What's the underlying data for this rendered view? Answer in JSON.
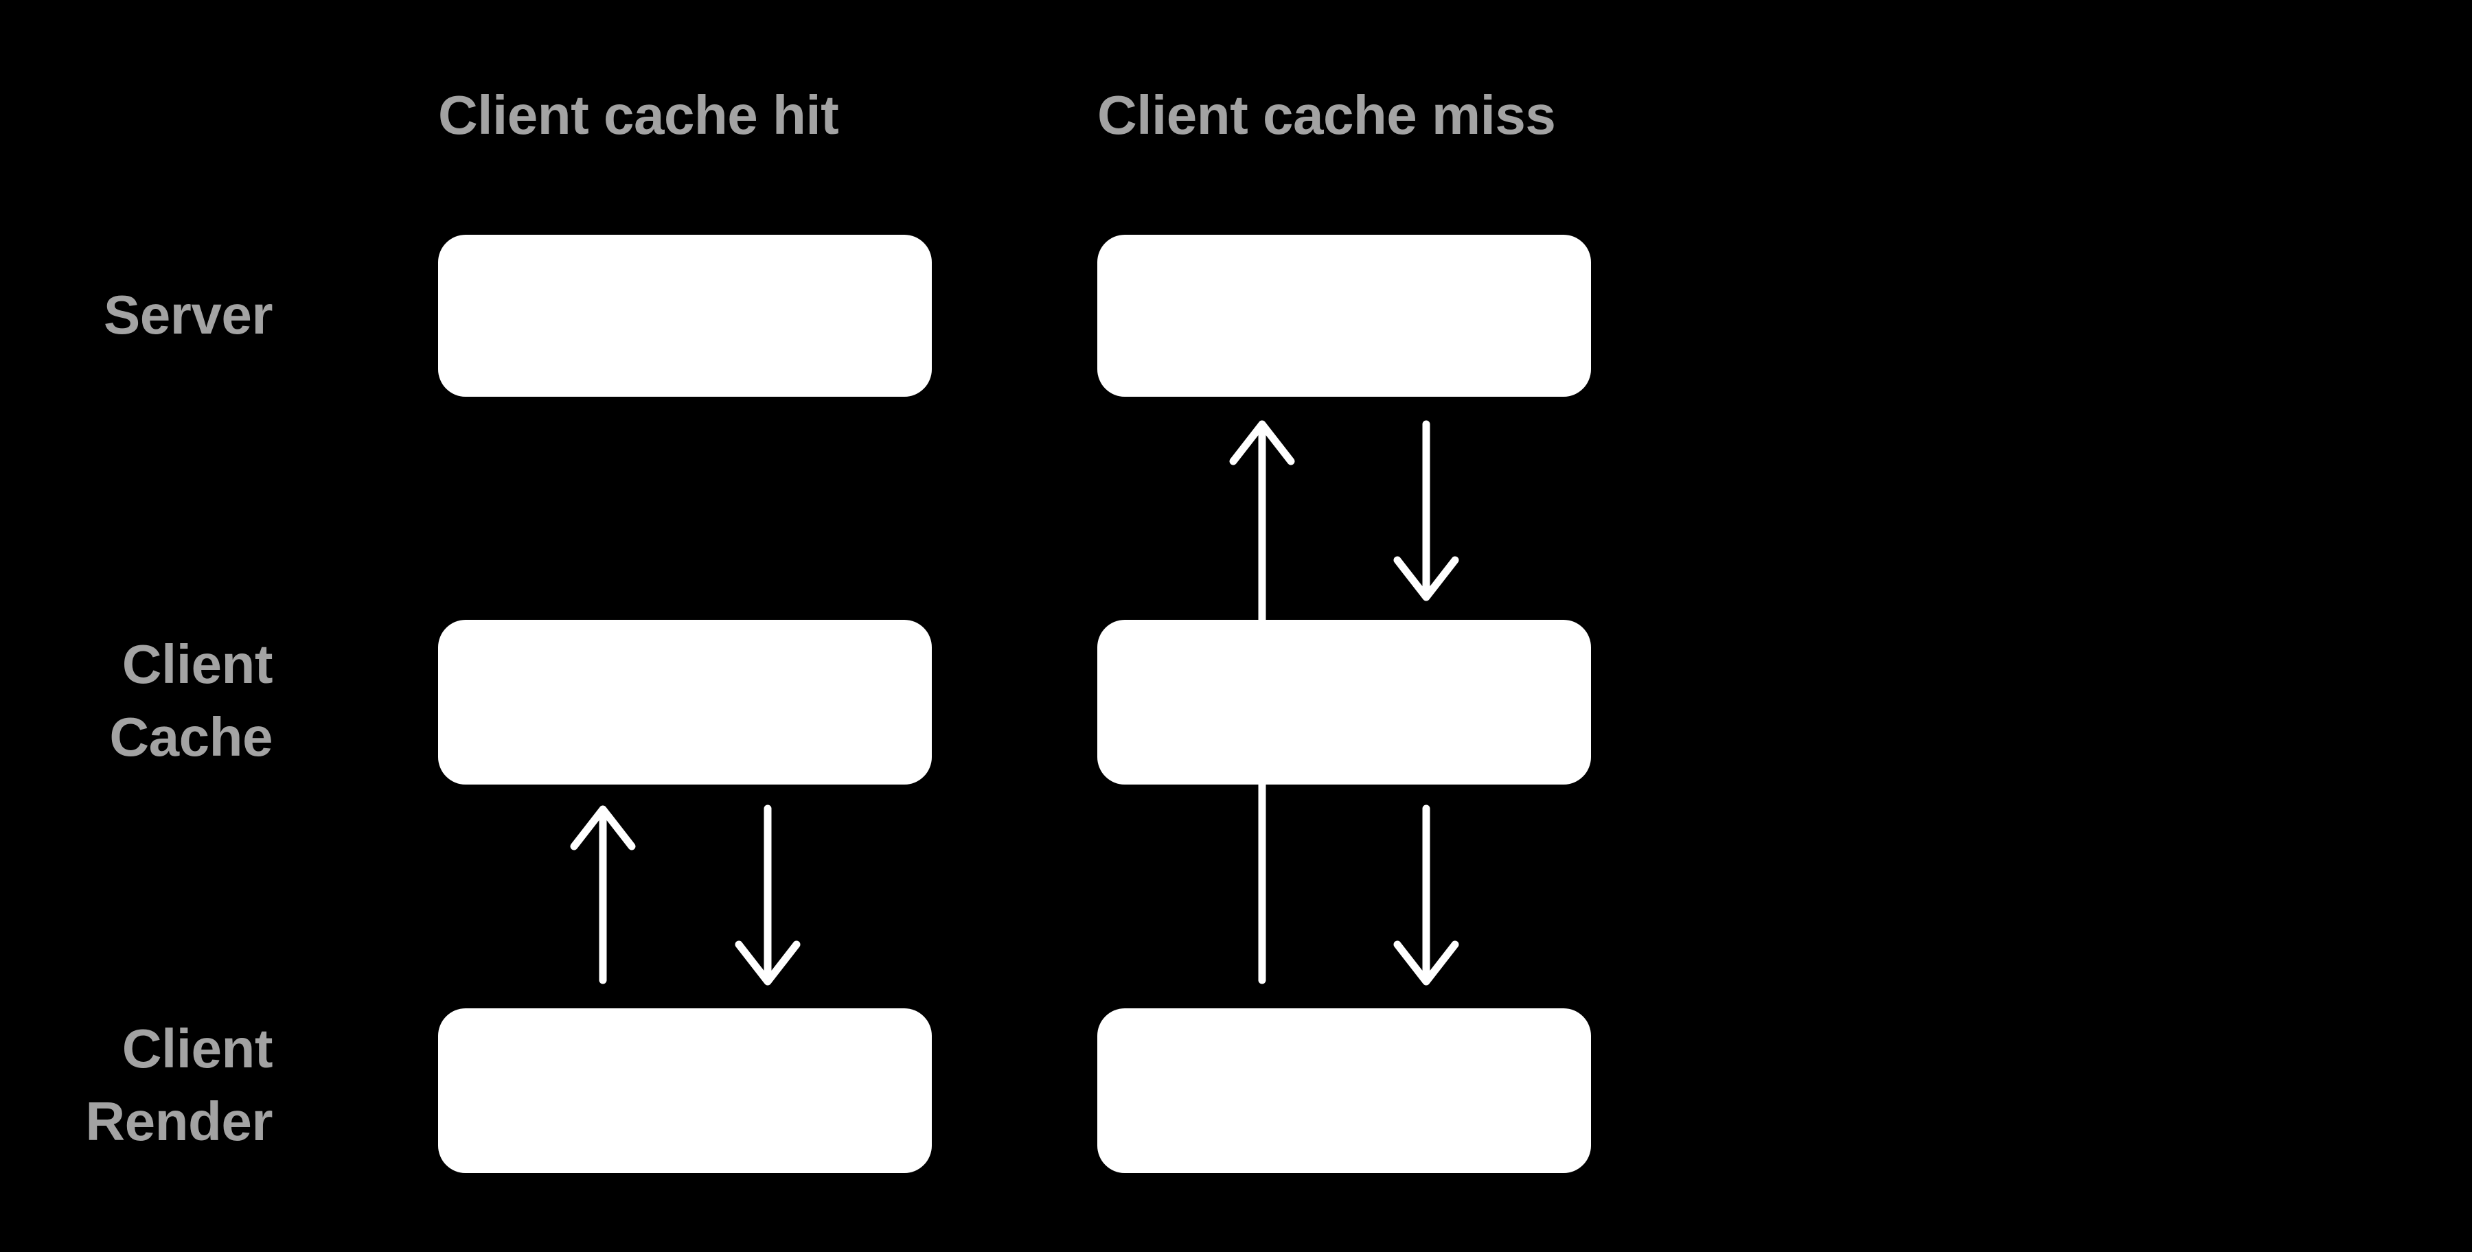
{
  "columns": [
    {
      "id": "hit",
      "header": "Client cache hit"
    },
    {
      "id": "miss",
      "header": "Client cache miss"
    }
  ],
  "rows": [
    {
      "id": "server",
      "label": "Server"
    },
    {
      "id": "client-cache",
      "label": "Client Cache"
    },
    {
      "id": "client-render",
      "label": "Client Render"
    }
  ],
  "diagram": {
    "edges": [
      {
        "column": "hit",
        "from": "client-render",
        "to": "client-cache",
        "direction": "up"
      },
      {
        "column": "hit",
        "from": "client-cache",
        "to": "client-render",
        "direction": "down"
      },
      {
        "column": "miss",
        "from": "client-render",
        "to": "server",
        "direction": "up",
        "passes_through": "client-cache"
      },
      {
        "column": "miss",
        "from": "server",
        "to": "client-cache",
        "direction": "down"
      },
      {
        "column": "miss",
        "from": "client-cache",
        "to": "client-render",
        "direction": "down"
      }
    ]
  },
  "colors": {
    "background": "#000000",
    "box_fill": "#ffffff",
    "muted_text": "#a3a3a3",
    "arrow": "#ffffff"
  }
}
